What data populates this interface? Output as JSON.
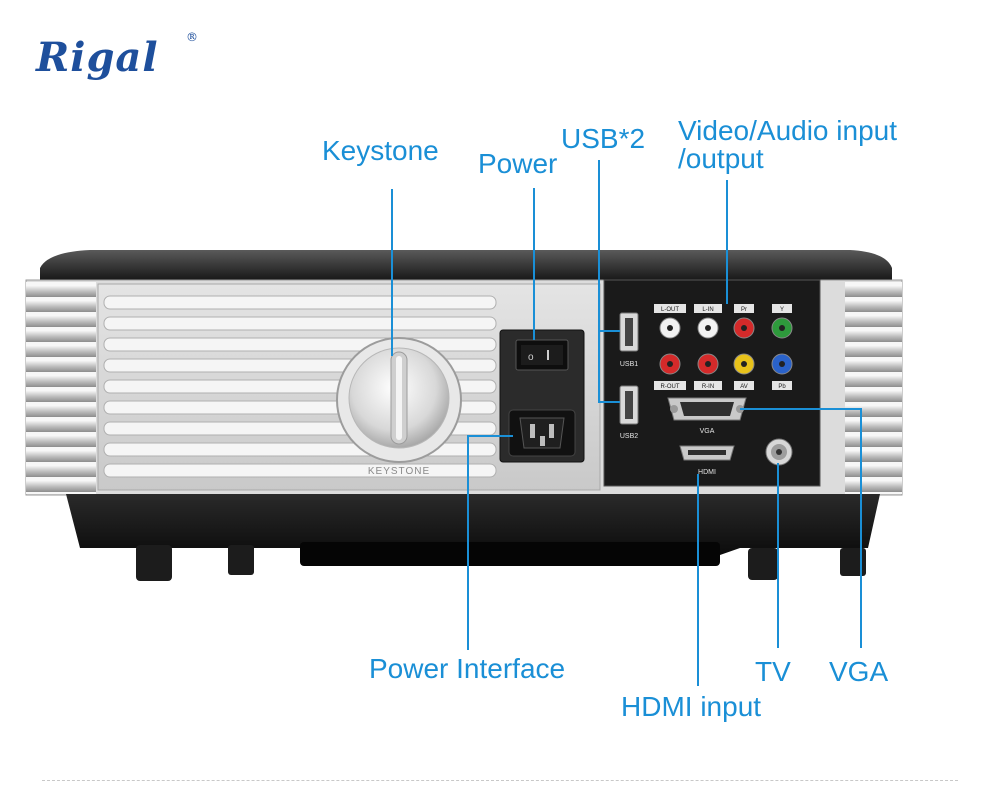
{
  "brand": {
    "name": "Rigal",
    "registered_mark": "®"
  },
  "callouts": {
    "keystone": "Keystone",
    "power": "Power",
    "usb": "USB*2",
    "video_audio_line1": "Video/Audio input",
    "video_audio_line2": "/output",
    "power_interface": "Power Interface",
    "tv": "TV",
    "vga": "VGA",
    "hdmi_input": "HDMI input"
  },
  "panel_labels": {
    "keystone_knob": "KEYSTONE",
    "usb1": "USB1",
    "usb2": "USB2",
    "l_out": "L-OUT",
    "l_in": "L-IN",
    "pr": "Pr",
    "y": "Y",
    "r_out": "R-OUT",
    "r_in": "R-IN",
    "av": "AV",
    "pb": "Pb",
    "vga_port": "VGA",
    "hdmi_port": "HDMI"
  },
  "colors": {
    "accent": "#1a8fd6",
    "brand": "#1e4f9c",
    "jack_white": "#f2f2f2",
    "jack_red": "#d42a2a",
    "jack_yellow": "#e8c21a",
    "jack_green": "#2e9a3c",
    "jack_blue": "#2a62c9"
  }
}
